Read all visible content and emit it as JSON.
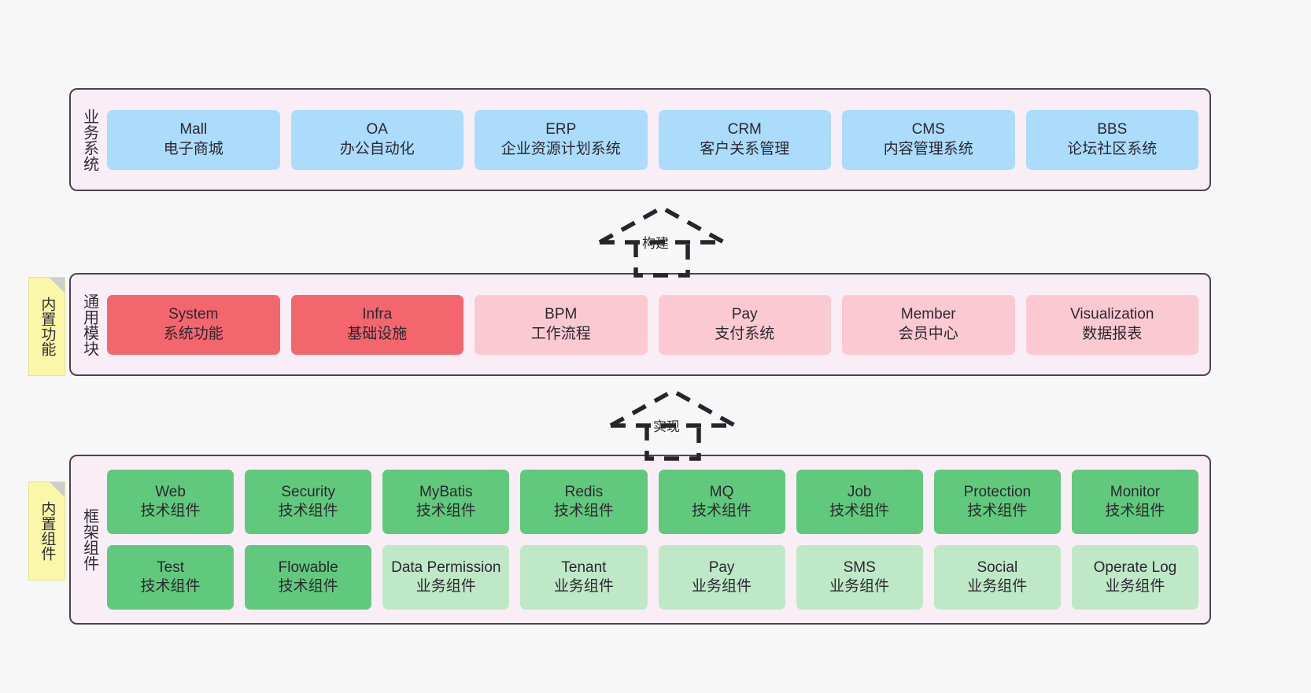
{
  "diagram": {
    "background_color": "#f7f7f7",
    "container_border_color": "#4a4351",
    "container_fill_color": "#faeef6"
  },
  "layers": [
    {
      "id": "business",
      "label": "业务系统",
      "fill": "#abdcfb",
      "rows": [
        [
          {
            "title": "Mall",
            "sub": "电子商城",
            "style": "blue"
          },
          {
            "title": "OA",
            "sub": "办公自动化",
            "style": "blue"
          },
          {
            "title": "ERP",
            "sub": "企业资源计划系统",
            "style": "blue"
          },
          {
            "title": "CRM",
            "sub": "客户关系管理",
            "style": "blue"
          },
          {
            "title": "CMS",
            "sub": "内容管理系统",
            "style": "blue"
          },
          {
            "title": "BBS",
            "sub": "论坛社区系统",
            "style": "blue"
          }
        ]
      ]
    },
    {
      "id": "common",
      "label": "通用模块",
      "rows": [
        [
          {
            "title": "System",
            "sub": "系统功能",
            "style": "red"
          },
          {
            "title": "Infra",
            "sub": "基础设施",
            "style": "red"
          },
          {
            "title": "BPM",
            "sub": "工作流程",
            "style": "pink"
          },
          {
            "title": "Pay",
            "sub": "支付系统",
            "style": "pink"
          },
          {
            "title": "Member",
            "sub": "会员中心",
            "style": "pink"
          },
          {
            "title": "Visualization",
            "sub": "数据报表",
            "style": "pink"
          }
        ]
      ]
    },
    {
      "id": "framework",
      "label": "框架组件",
      "rows": [
        [
          {
            "title": "Web",
            "sub": "技术组件",
            "style": "green"
          },
          {
            "title": "Security",
            "sub": "技术组件",
            "style": "green"
          },
          {
            "title": "MyBatis",
            "sub": "技术组件",
            "style": "green"
          },
          {
            "title": "Redis",
            "sub": "技术组件",
            "style": "green"
          },
          {
            "title": "MQ",
            "sub": "技术组件",
            "style": "green"
          },
          {
            "title": "Job",
            "sub": "技术组件",
            "style": "green"
          },
          {
            "title": "Protection",
            "sub": "技术组件",
            "style": "green"
          },
          {
            "title": "Monitor",
            "sub": "技术组件",
            "style": "green"
          }
        ],
        [
          {
            "title": "Test",
            "sub": "技术组件",
            "style": "green"
          },
          {
            "title": "Flowable",
            "sub": "技术组件",
            "style": "green"
          },
          {
            "title": "Data Permission",
            "sub": "业务组件",
            "style": "lgreen"
          },
          {
            "title": "Tenant",
            "sub": "业务组件",
            "style": "lgreen"
          },
          {
            "title": "Pay",
            "sub": "业务组件",
            "style": "lgreen"
          },
          {
            "title": "SMS",
            "sub": "业务组件",
            "style": "lgreen"
          },
          {
            "title": "Social",
            "sub": "业务组件",
            "style": "lgreen"
          },
          {
            "title": "Operate Log",
            "sub": "业务组件",
            "style": "lgreen"
          }
        ]
      ]
    }
  ],
  "sticky_notes": [
    {
      "id": "common",
      "text": "内置功能"
    },
    {
      "id": "component",
      "text": "内置组件"
    }
  ],
  "connectors": [
    {
      "id": "build",
      "label": "构建",
      "style": "dashed-generalization",
      "direction": "up"
    },
    {
      "id": "impl",
      "label": "实现",
      "style": "dashed-generalization",
      "direction": "up"
    }
  ]
}
